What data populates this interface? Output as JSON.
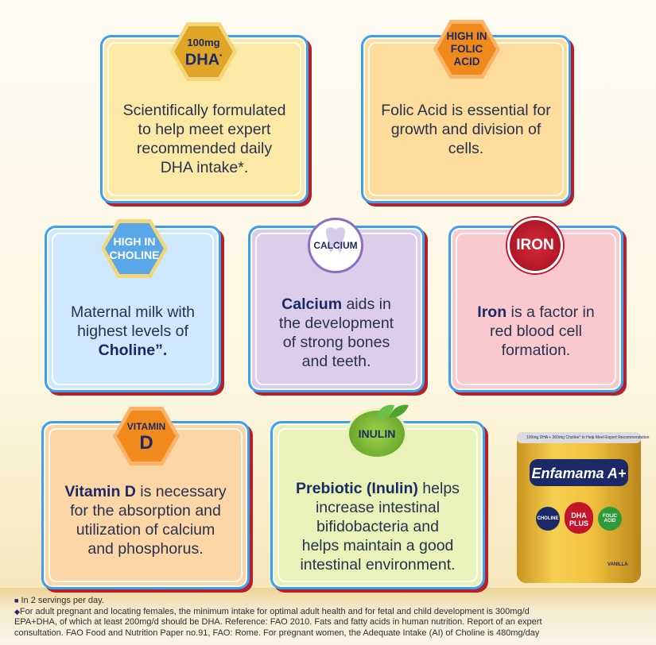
{
  "cards": {
    "dha": {
      "badge_top": "100mg",
      "badge_main": "DHA",
      "badge_sup": "*",
      "text": [
        "Scientifically formulated",
        "to help meet expert",
        "recommended daily",
        "DHA intake*."
      ]
    },
    "folic": {
      "badge": [
        "HIGH IN",
        "FOLIC",
        "ACID"
      ],
      "text": [
        "Folic Acid is essential for",
        "growth and division of",
        "cells."
      ]
    },
    "choline": {
      "badge": [
        "HIGH IN",
        "CHOLINE"
      ],
      "text_1": "Maternal milk with",
      "text_2": "highest levels of",
      "bold": "Choline”."
    },
    "calcium": {
      "badge": "CALCIUM",
      "bold": "Calcium",
      "rest_1": " aids in",
      "text": [
        "the development",
        "of strong bones",
        "and teeth."
      ]
    },
    "iron": {
      "badge": "IRON",
      "bold": "Iron",
      "rest_1": " is a factor in",
      "text": [
        "red blood cell",
        "formation."
      ]
    },
    "vitd": {
      "badge": [
        "VITAMIN",
        "D"
      ],
      "bold": "Vitamin D",
      "rest_1": " is necessary",
      "text": [
        "for the absorption and",
        "utilization of calcium",
        "and phosphorus."
      ]
    },
    "inulin": {
      "badge": "INULIN",
      "bold": "Prebiotic (Inulin)",
      "rest_1": " helps",
      "text": [
        "increase intestinal",
        "bifidobacteria and",
        "helps maintain a good",
        "intestinal environment."
      ]
    }
  },
  "product": {
    "brand": "Enfamama A+",
    "badges": [
      "CHOLINE",
      "DHA PLUS",
      "FOLIC ACID"
    ],
    "top_strip": "100mg DHA + 360mg Choline* to Help Meet Expert Recommendation",
    "flavor": "VANILLA"
  },
  "colors": {
    "dha_bg": "#fde9a6",
    "folic_bg": "#fddc9c",
    "choline_bg": "#cfe8fb",
    "calcium_bg": "#dccdea",
    "iron_bg": "#f9c9cd",
    "vitd_bg": "#fdd6a8",
    "inulin_bg": "#e9f2b8",
    "navy": "#1b2a66",
    "gold": "#e0a526",
    "orange": "#f08a1c",
    "red": "#c4162a"
  },
  "footnotes": {
    "f1_mark": "■",
    "f1": "In 2 servings per day.",
    "f2_mark": "◆",
    "f2_l1": "For adult pregnant and locating females, the minimum intake for optimal adult health and for fetal and child development is 300mg/d",
    "f2_l2": "EPA+DHA, of which at least 200mg/d should be DHA. Reference: FAO 2010. Fats and fatty acids in human nutrition. Report of an expert",
    "f2_l3": "consultation. FAO Food and Nutrition Paper no.91, FAO: Rome. For pregnant women, the Adequate Intake (AI) of Choline is 480mg/day"
  }
}
